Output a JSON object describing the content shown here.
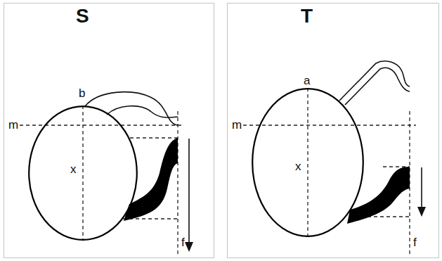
{
  "diagram": {
    "nodes": [
      {
        "text": [
          "S"
        ]
      },
      {
        "text": [
          "x"
        ],
        "in": 0
      },
      {
        "text": [
          "T"
        ]
      },
      {
        "text": [
          "x"
        ],
        "in": 2
      }
    ],
    "labels": [
      "b",
      "m",
      "f",
      "a",
      "m",
      "f"
    ]
  }
}
